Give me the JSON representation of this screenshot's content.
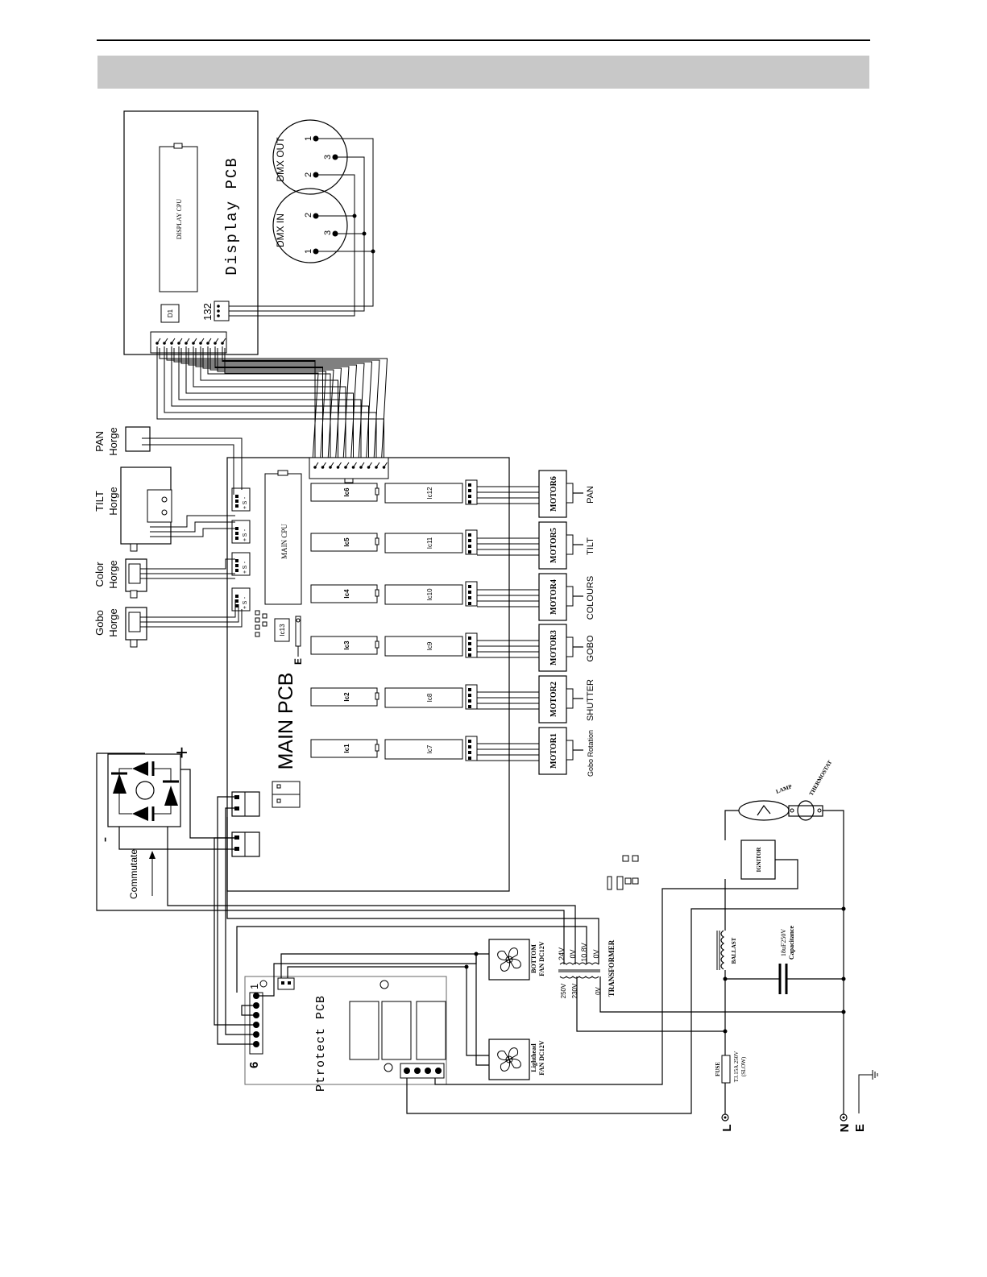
{
  "header": {
    "rule_color": "#000000",
    "band_color": "#c8c8c8"
  },
  "display_pcb": {
    "title": "Display PCB",
    "cpu": "DISPLAY CPU",
    "d1": "D1",
    "conn_pins": "132",
    "dmx_in": {
      "label": "DMX IN",
      "pins": [
        "1",
        "2",
        "3"
      ]
    },
    "dmx_out": {
      "label": "DMX OUT",
      "pins": [
        "1",
        "2",
        "3"
      ]
    }
  },
  "main_pcb": {
    "title": "MAIN PCB",
    "cpu": "MAIN CPU",
    "ic13": "Ic13",
    "e_label": "E",
    "drivers_left": [
      "Ic6",
      "Ic5",
      "Ic4",
      "Ic3",
      "Ic2",
      "Ic1"
    ],
    "drivers_right": [
      "Ic12",
      "Ic11",
      "Ic10",
      "Ic9",
      "Ic8",
      "Ic7"
    ],
    "sensor_pins": [
      "-",
      "S",
      "+"
    ]
  },
  "motors": [
    {
      "id": "MOTOR6",
      "function": "PAN"
    },
    {
      "id": "MOTOR5",
      "function": "TILT"
    },
    {
      "id": "MOTOR4",
      "function": "COLOURS"
    },
    {
      "id": "MOTOR3",
      "function": "GOBO"
    },
    {
      "id": "MOTOR2",
      "function": "SHUTTER"
    },
    {
      "id": "MOTOR1",
      "function": "Gobo Rotation"
    }
  ],
  "sensors": [
    {
      "name": "PAN",
      "sub": "Horge"
    },
    {
      "name": "TILT",
      "sub": "Horge"
    },
    {
      "name": "Color",
      "sub": "Horge"
    },
    {
      "name": "Gobo",
      "sub": "Horge"
    }
  ],
  "rectifier": {
    "plus": "+",
    "minus": "-",
    "commutate": "Commutate"
  },
  "protect_pcb": {
    "title": "Ptrotect PCB",
    "pin_first": "1",
    "pin_last": "6"
  },
  "fans": [
    {
      "line1": "BOTTOM",
      "line2": "FAN DC12V"
    },
    {
      "line1": "Lighthead",
      "line2": "FAN DC12V"
    }
  ],
  "transformer": {
    "label": "TRANSFORMER",
    "secondary": [
      "24V",
      "0V",
      "10.8V",
      "0V"
    ],
    "primary": [
      "250V",
      "230V",
      "0V"
    ]
  },
  "mains": {
    "lamp": "LAMP",
    "thermostat": "THERMOSTAT",
    "ignitor": "IGNITOR",
    "ballast": "BALLAST",
    "capacitor": [
      "18uF250V",
      "Capacitance"
    ],
    "fuse": [
      "FUSE",
      "T3.15A 250V",
      "(SLOW)"
    ],
    "terminals": [
      "L",
      "N",
      "E"
    ]
  }
}
